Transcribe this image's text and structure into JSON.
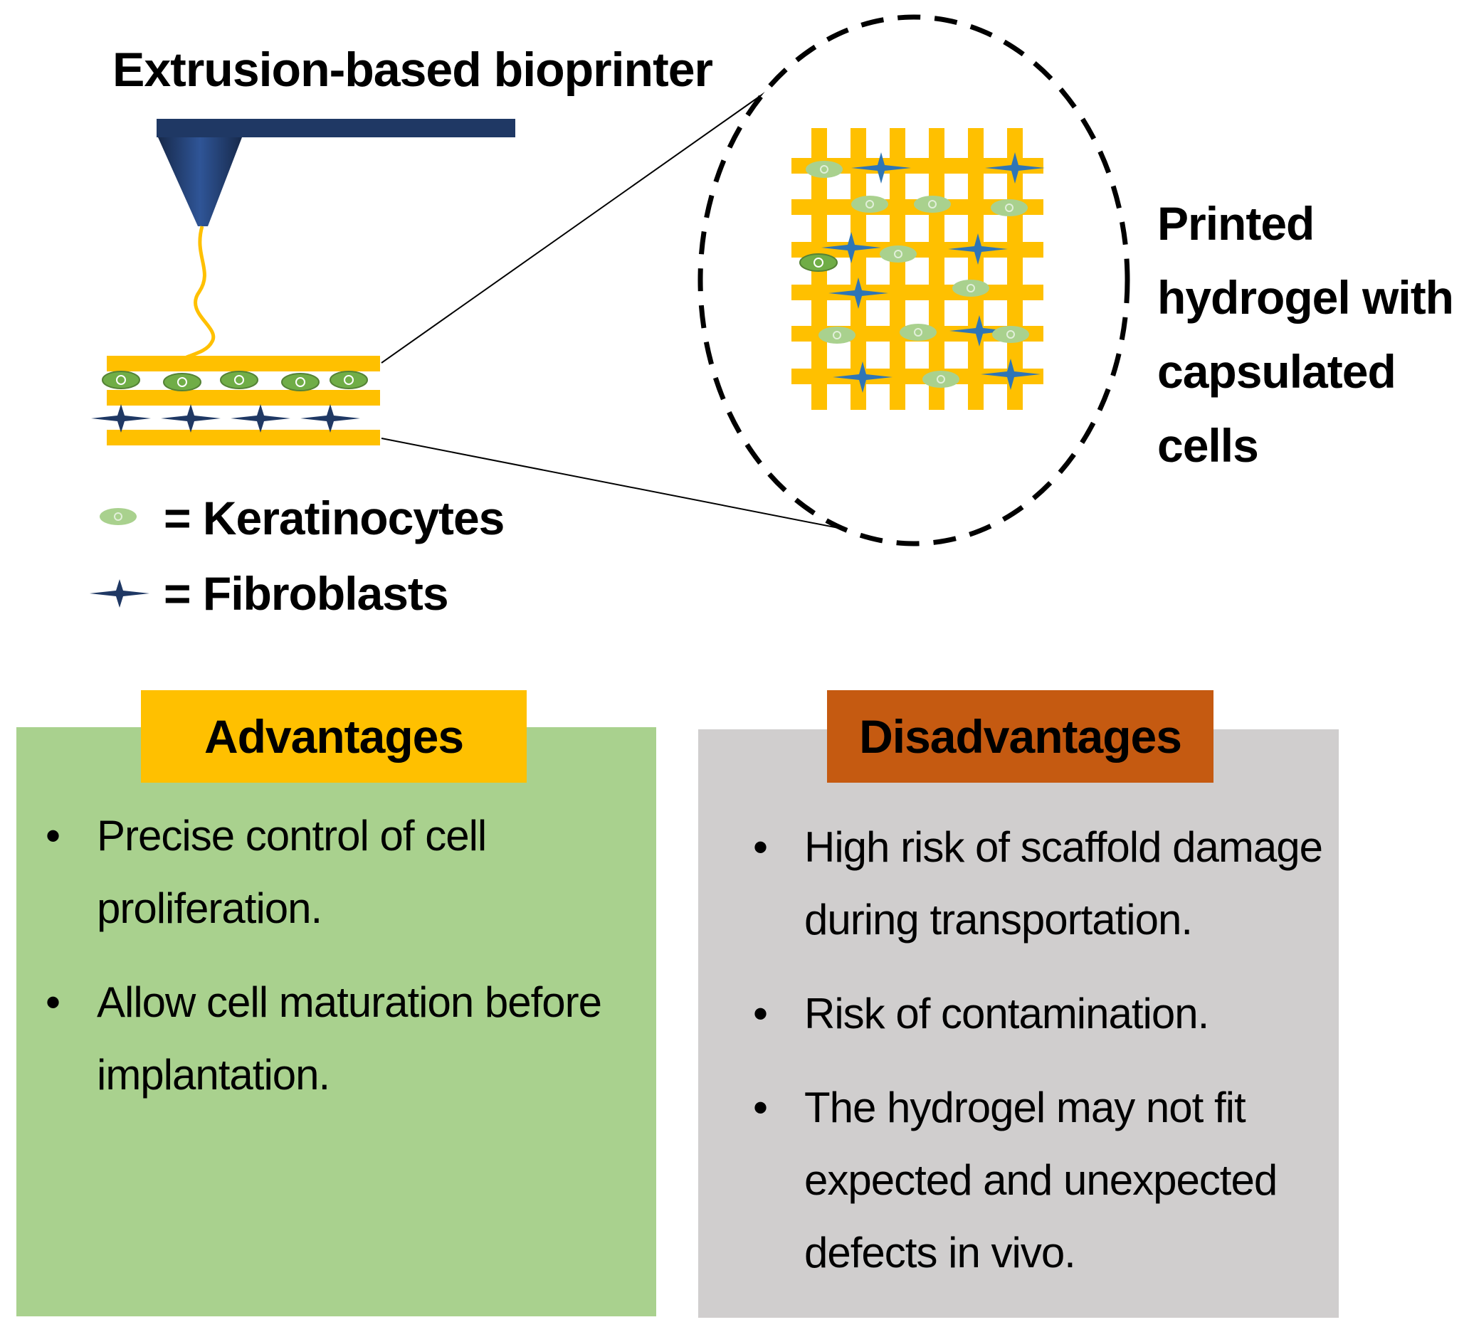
{
  "title": "Extrusion-based bioprinter",
  "zoom_label": "Printed hydrogel with capsulated cells",
  "legend": {
    "keratinocytes": "= Keratinocytes",
    "fibroblasts": "= Fibroblasts"
  },
  "advantages": {
    "heading": "Advantages",
    "items": [
      "Precise control of cell proliferation.",
      "Allow cell maturation before implantation."
    ]
  },
  "disadvantages": {
    "heading": "Disadvantages",
    "items": [
      "High risk of scaffold damage during transportation.",
      "Risk of contamination.",
      "The hydrogel may not fit expected and unexpected defects in vivo."
    ]
  },
  "colors": {
    "hydrogel": "#ffc000",
    "printer": "#1f3864",
    "keratinocyte": "#a9d18e",
    "fibroblast": "#2e75b6",
    "advantages_panel": "#a9d18e",
    "advantages_heading": "#ffc000",
    "disadvantages_panel": "#d0cece",
    "disadvantages_heading": "#c55a11"
  }
}
